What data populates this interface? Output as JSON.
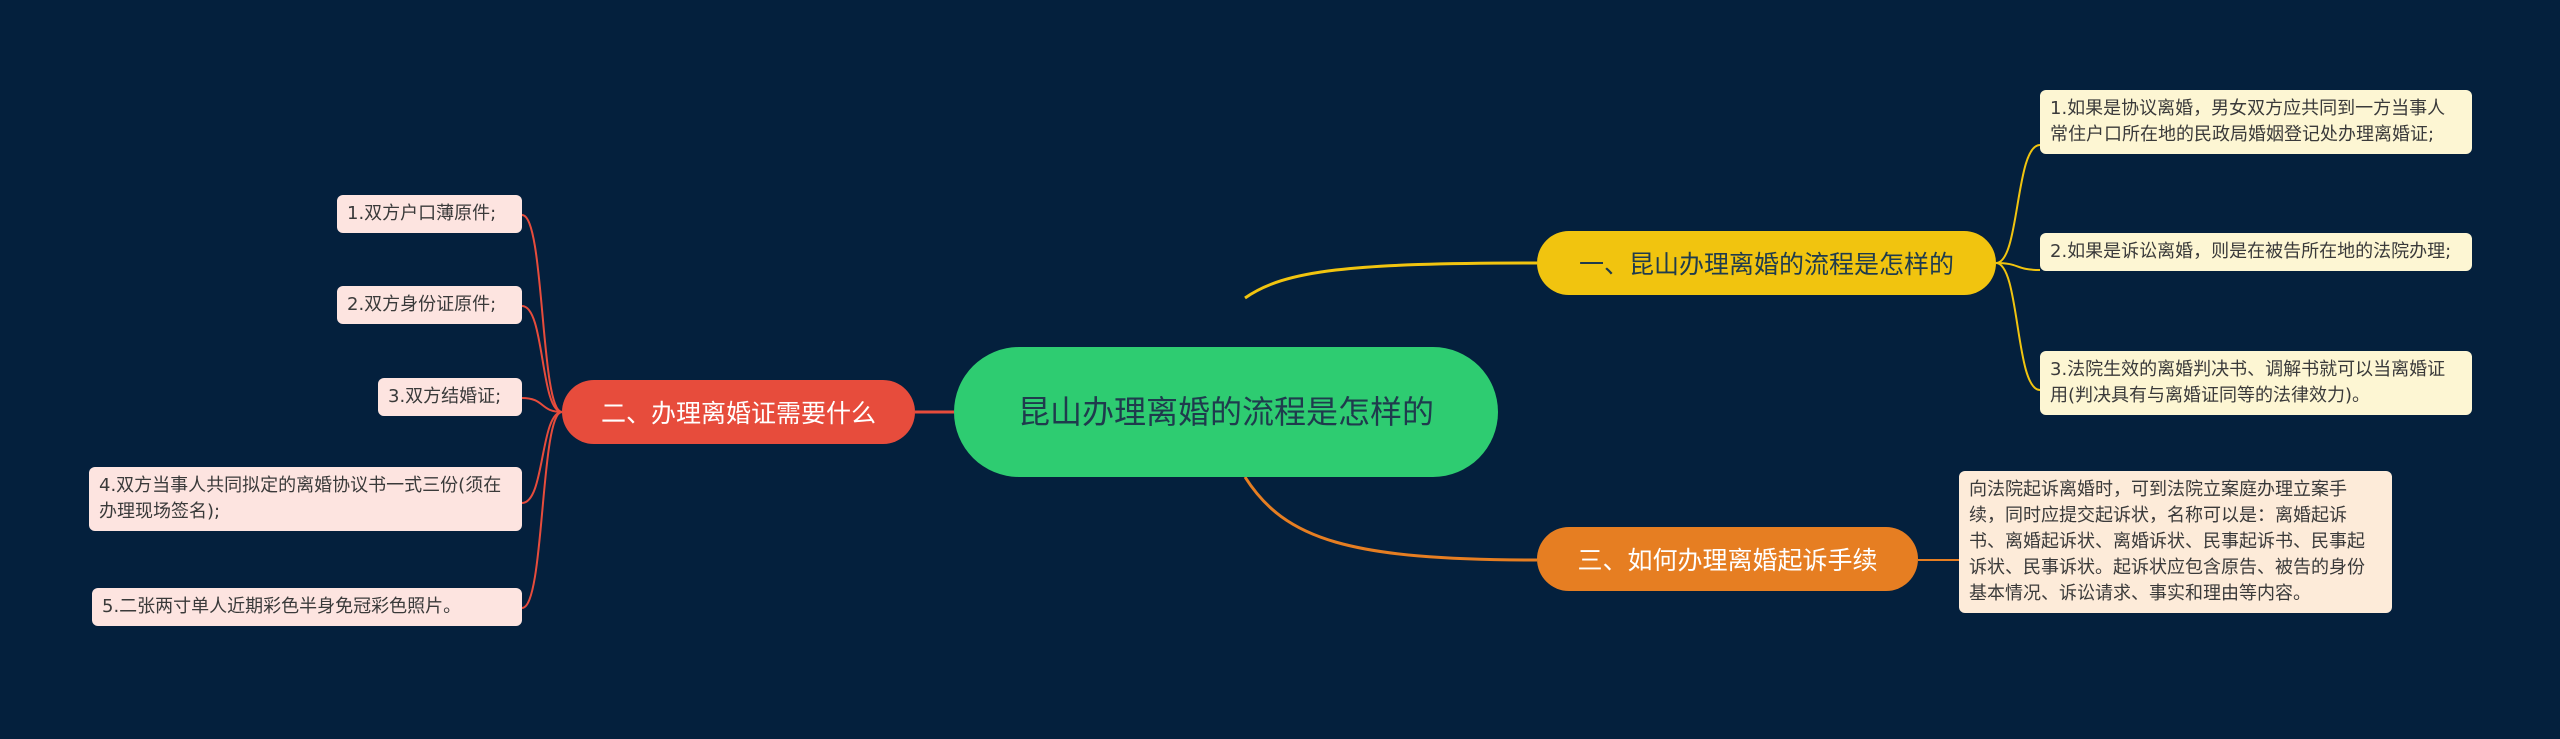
{
  "colors": {
    "background": "#04203d",
    "root": "#2ecc71",
    "branch_1": "#f1c40f",
    "branch_2": "#e74c3c",
    "branch_3": "#e67e22"
  },
  "root": {
    "label": "昆山办理离婚的流程是怎样的"
  },
  "branches": [
    {
      "label": "一、昆山办理离婚的流程是怎样的",
      "children": [
        "1.如果是协议离婚，男女双方应共同到一方当事人常住户口所在地的民政局婚姻登记处办理离婚证;",
        "2.如果是诉讼离婚，则是在被告所在地的法院办理;",
        "3.法院生效的离婚判决书、调解书就可以当离婚证用(判决具有与离婚证同等的法律效力)。"
      ]
    },
    {
      "label": "二、办理离婚证需要什么",
      "children": [
        "1.双方户口薄原件;",
        "2.双方身份证原件;",
        "3.双方结婚证;",
        "4.双方当事人共同拟定的离婚协议书一式三份(须在办理现场签名);",
        "5.二张两寸单人近期彩色半身免冠彩色照片。"
      ]
    },
    {
      "label": "三、如何办理离婚起诉手续",
      "children": [
        "向法院起诉离婚时，可到法院立案庭办理立案手续，同时应提交起诉状，名称可以是：离婚起诉书、离婚起诉状、离婚诉状、民事起诉书、民事起诉状、民事诉状。起诉状应包含原告、被告的身份基本情况、诉讼请求、事实和理由等内容。"
      ]
    }
  ]
}
